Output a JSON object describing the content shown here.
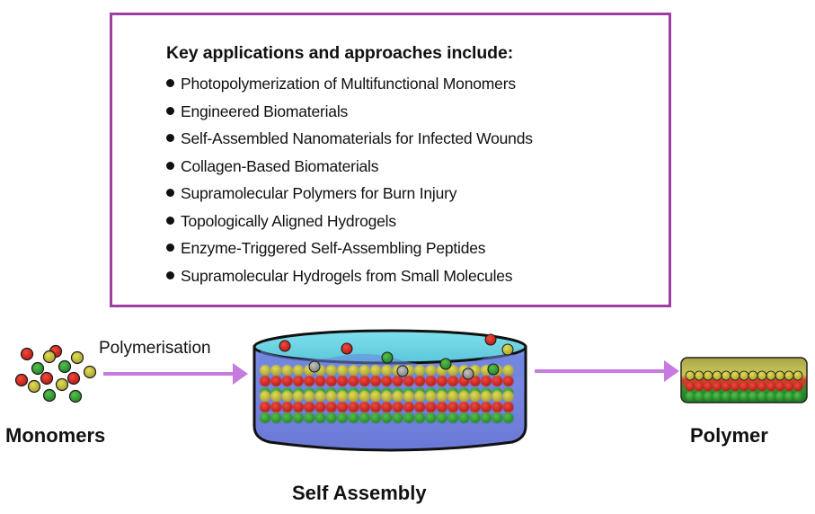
{
  "infobox": {
    "title": "Key applications and approaches include:",
    "items": [
      "Photopolymerization of Multifunctional Monomers",
      "Engineered Biomaterials",
      "Self-Assembled Nanomaterials for Infected Wounds",
      "Collagen-Based Biomaterials",
      "Supramolecular Polymers for Burn Injury",
      "Topologically Aligned Hydrogels",
      "Enzyme-Triggered Self-Assembling Peptides",
      "Supramolecular Hydrogels from Small Molecules"
    ],
    "border_color": "#9b3fa0"
  },
  "diagram": {
    "stages": {
      "monomers": "Monomers",
      "self_assembly": "Self Assembly",
      "polymer": "Polymer"
    },
    "arrow_label": "Polymerisation",
    "arrow_color": "#c77be0",
    "particle_colors": {
      "red": "#d42a22",
      "yellow": "#c9c43c",
      "green": "#3aa53a",
      "gray": "#9a9a9a"
    }
  }
}
